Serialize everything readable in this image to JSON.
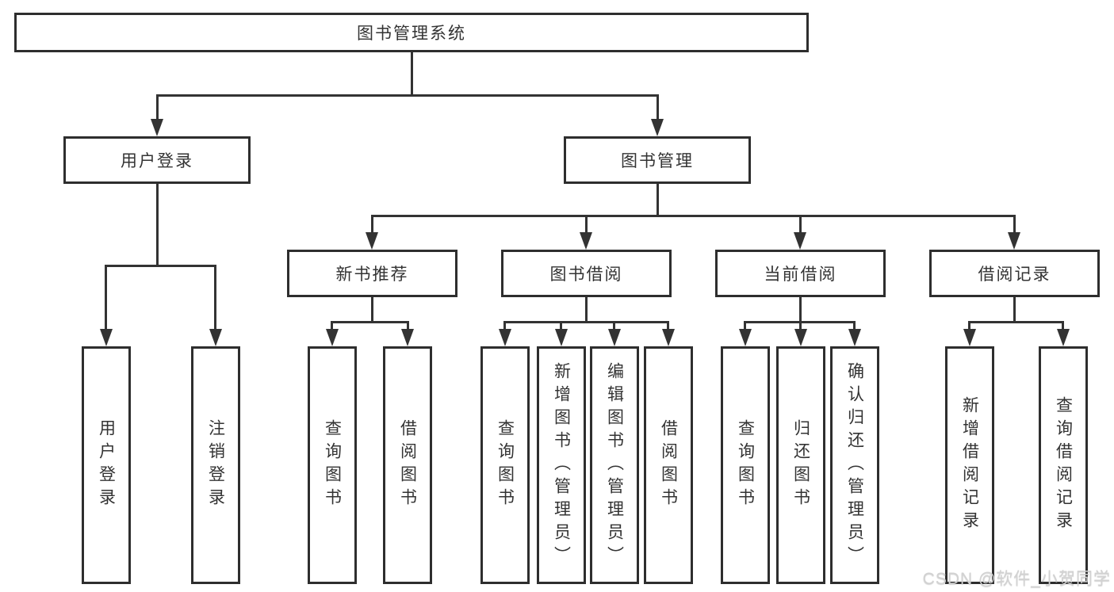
{
  "diagram_title": "图书管理系统",
  "nodes": {
    "root": "图书管理系统",
    "user_login": "用户登录",
    "book_mgmt": "图书管理",
    "new_book_rec": "新书推荐",
    "book_borrow": "图书借阅",
    "current_borrow": "当前借阅",
    "borrow_record": "借阅记录",
    "leaf_user_login": "用户登录",
    "leaf_logout": "注销登录",
    "leaf_nb_query_book": "查询图书",
    "leaf_nb_borrow_book": "借阅图书",
    "leaf_bb_query_book": "查询图书",
    "leaf_bb_add_book": "新增图书（管理员）",
    "leaf_bb_edit_book": "编辑图书（管理员）",
    "leaf_bb_borrow_book": "借阅图书",
    "leaf_cb_query_book": "查询图书",
    "leaf_cb_return_book": "归还图书",
    "leaf_cb_confirm_return": "确认归还（管理员）",
    "leaf_br_add_record": "新增借阅记录",
    "leaf_br_query_record": "查询借阅记录"
  },
  "hierarchy": {
    "图书管理系统": {
      "用户登录": [
        "用户登录",
        "注销登录"
      ],
      "图书管理": {
        "新书推荐": [
          "查询图书",
          "借阅图书"
        ],
        "图书借阅": [
          "查询图书",
          "新增图书（管理员）",
          "编辑图书（管理员）",
          "借阅图书"
        ],
        "当前借阅": [
          "查询图书",
          "归还图书",
          "确认归还（管理员）"
        ],
        "借阅记录": [
          "新增借阅记录",
          "查询借阅记录"
        ]
      }
    }
  },
  "watermark": "CSDN @软件_小贺同学",
  "colors": {
    "line": "#333333",
    "text": "#333333",
    "background": "#ffffff",
    "watermark": "#d2d2d2"
  }
}
